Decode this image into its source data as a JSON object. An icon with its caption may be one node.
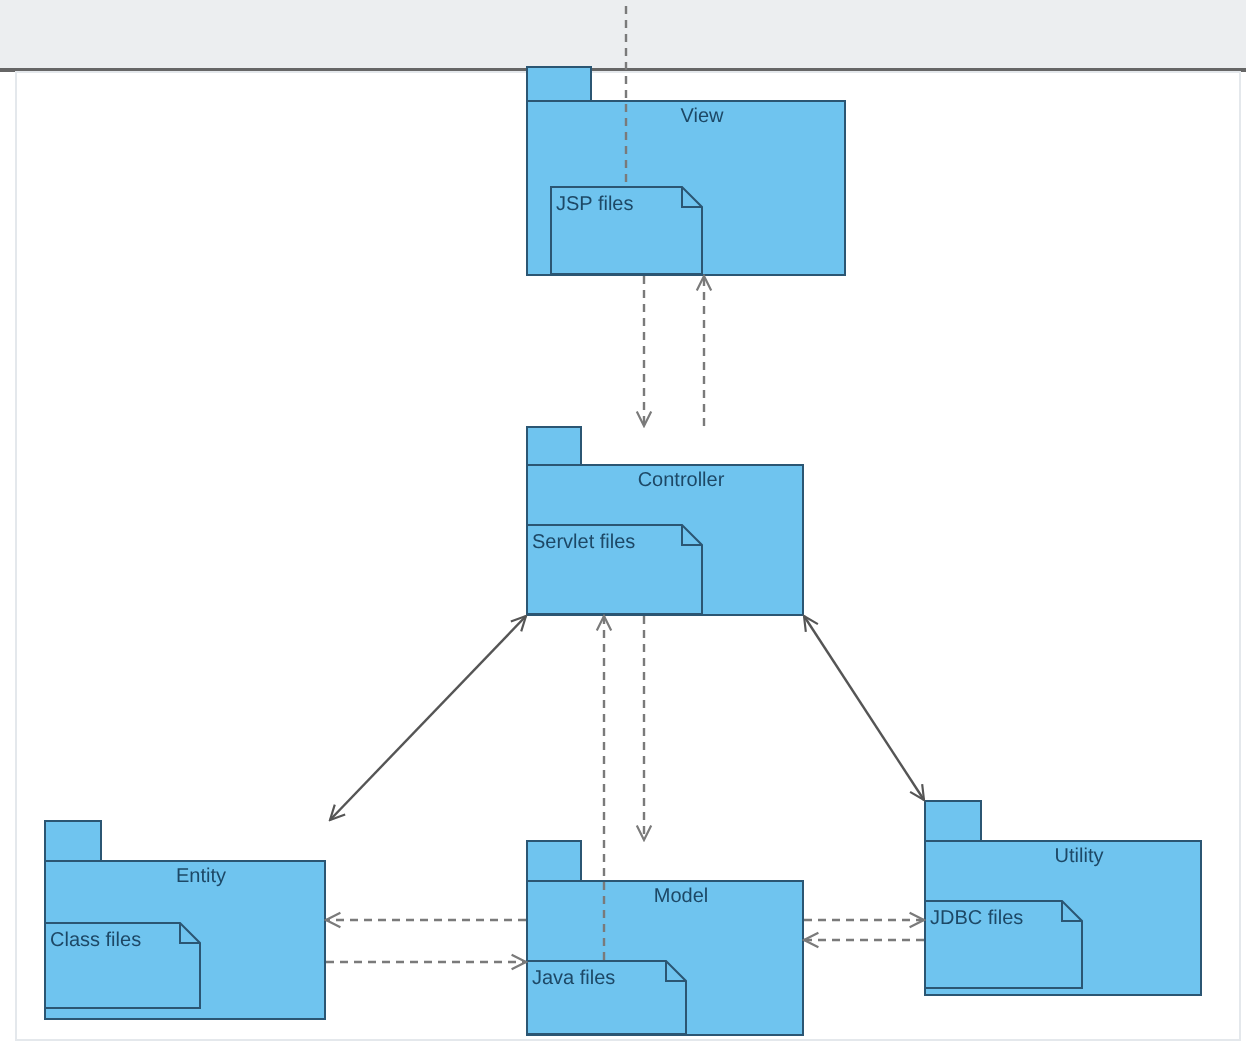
{
  "diagram": {
    "nodes": [
      {
        "text": [
          "View"
        ]
      },
      {
        "text": [
          "JSP files"
        ],
        "in": 0
      },
      {
        "text": [
          "Controller"
        ]
      },
      {
        "text": [
          "Servlet files"
        ],
        "in": 2
      },
      {
        "text": [
          "Entity"
        ]
      },
      {
        "text": [
          "Class files"
        ],
        "in": 4
      },
      {
        "text": [
          "Model"
        ]
      },
      {
        "text": [
          "Java files"
        ],
        "in": 6
      },
      {
        "text": [
          "Utility"
        ]
      },
      {
        "text": [
          "JDBC files"
        ],
        "in": 8
      }
    ],
    "edges": [
      {
        "from": 0,
        "to": 2,
        "arrow": "to",
        "style": "dashed"
      },
      {
        "from": 2,
        "to": 0,
        "arrow": "to",
        "style": "dashed"
      },
      {
        "from": 2,
        "to": 4,
        "arrow": "both"
      },
      {
        "from": 2,
        "to": 8,
        "arrow": "both"
      },
      {
        "from": 7,
        "to": 2,
        "arrow": "to",
        "style": "dashed"
      },
      {
        "from": 2,
        "to": 6,
        "arrow": "to",
        "style": "dashed"
      },
      {
        "from": 6,
        "to": 4,
        "arrow": "to",
        "style": "dashed"
      },
      {
        "from": 4,
        "to": 6,
        "arrow": "to",
        "style": "dashed"
      },
      {
        "from": 6,
        "to": 8,
        "arrow": "to",
        "style": "dashed"
      },
      {
        "from": 8,
        "to": 6,
        "arrow": "to",
        "style": "dashed"
      },
      {
        "from": null,
        "to": 1,
        "arrow": "none",
        "style": "dashed"
      }
    ]
  }
}
